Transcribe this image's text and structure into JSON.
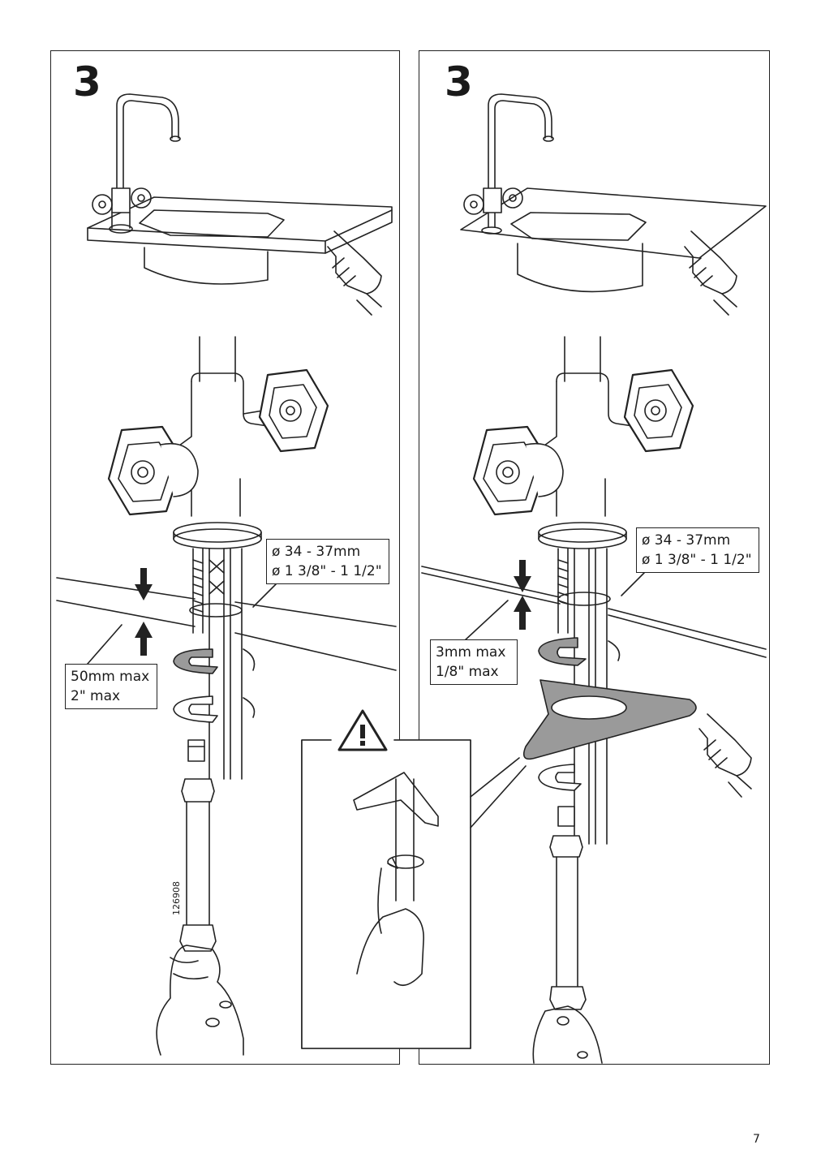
{
  "page": {
    "number": "7"
  },
  "left_panel": {
    "step": "3",
    "hole_label": [
      "ø 34 - 37mm",
      "ø 1 3/8\" - 1 1/2\""
    ],
    "thickness_label": [
      "50mm max",
      "2\" max"
    ],
    "article_code": "126908"
  },
  "right_panel": {
    "step": "3",
    "hole_label": [
      "ø 34 - 37mm",
      "ø 1 3/8\" - 1 1/2\""
    ],
    "thickness_label": [
      "3mm max",
      "1/8\" max"
    ]
  },
  "warning": {
    "icon": "warning-triangle-icon"
  },
  "colors": {
    "line": "#222222",
    "fill_grey": "#9a9a9a",
    "background": "#ffffff"
  }
}
